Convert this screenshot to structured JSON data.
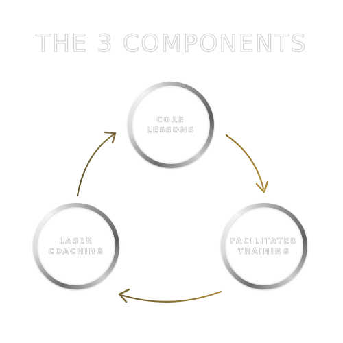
{
  "title": "THE 3 COMPONENTS",
  "nodes": {
    "core": {
      "line1": "CORE",
      "line2": "LESSONS"
    },
    "facilitated": {
      "line1": "FACILITATED",
      "line2": "TRAINING"
    },
    "laser": {
      "line1": "LASER",
      "line2": "COACHING"
    }
  },
  "colors": {
    "arrow_gold": "#a08534",
    "ring_dark": "#6b6b6b",
    "ring_light": "#f5f5f5"
  }
}
